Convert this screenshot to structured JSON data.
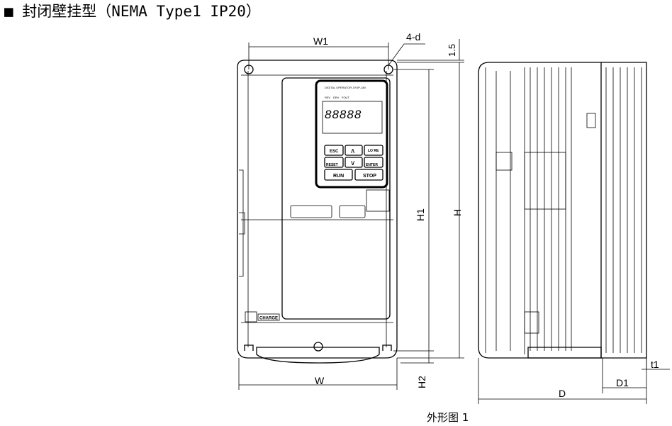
{
  "title": "■  封闭壁挂型（NEMA Type1 IP20）",
  "caption": "外形图 1",
  "dimensions": {
    "W1": "W1",
    "hole": "4-d",
    "gap": "1.5",
    "H1": "H1",
    "H": "H",
    "H2": "H2",
    "W": "W",
    "D": "D",
    "D1": "D1",
    "t1": "t1"
  },
  "keypad": {
    "header": "DIGITAL OPERATOR JVOP-180",
    "leds": [
      "REV",
      "DRV",
      "FOUT"
    ],
    "display": "88888",
    "esc": "ESC",
    "up": "∧",
    "lo_re": "LO RE",
    "reset": "RESET",
    "down": "∨",
    "enter": "ENTER",
    "run": "RUN",
    "stop": "STOP"
  },
  "charge_label": "CHARGE"
}
